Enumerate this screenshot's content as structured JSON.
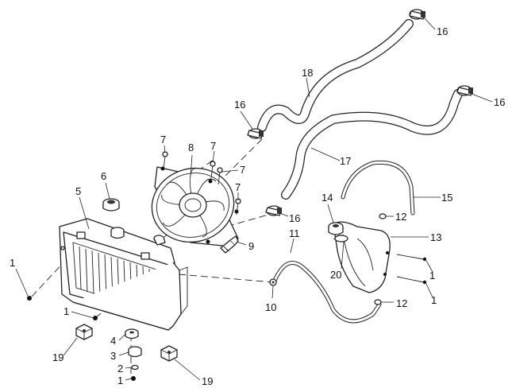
{
  "callouts": {
    "c1a": "1",
    "c1b": "1",
    "c1c": "1",
    "c1d": "1",
    "c1e": "1",
    "c2": "2",
    "c3": "3",
    "c4": "4",
    "c5": "5",
    "c6": "6",
    "c7a": "7",
    "c7b": "7",
    "c7c": "7",
    "c7d": "7",
    "c8": "8",
    "c9": "9",
    "c10": "10",
    "c11": "11",
    "c12a": "12",
    "c12b": "12",
    "c13": "13",
    "c14": "14",
    "c15": "15",
    "c16a": "16",
    "c16b": "16",
    "c16c": "16",
    "c16d": "16",
    "c17": "17",
    "c18": "18",
    "c19a": "19",
    "c19b": "19",
    "c20": "20"
  }
}
